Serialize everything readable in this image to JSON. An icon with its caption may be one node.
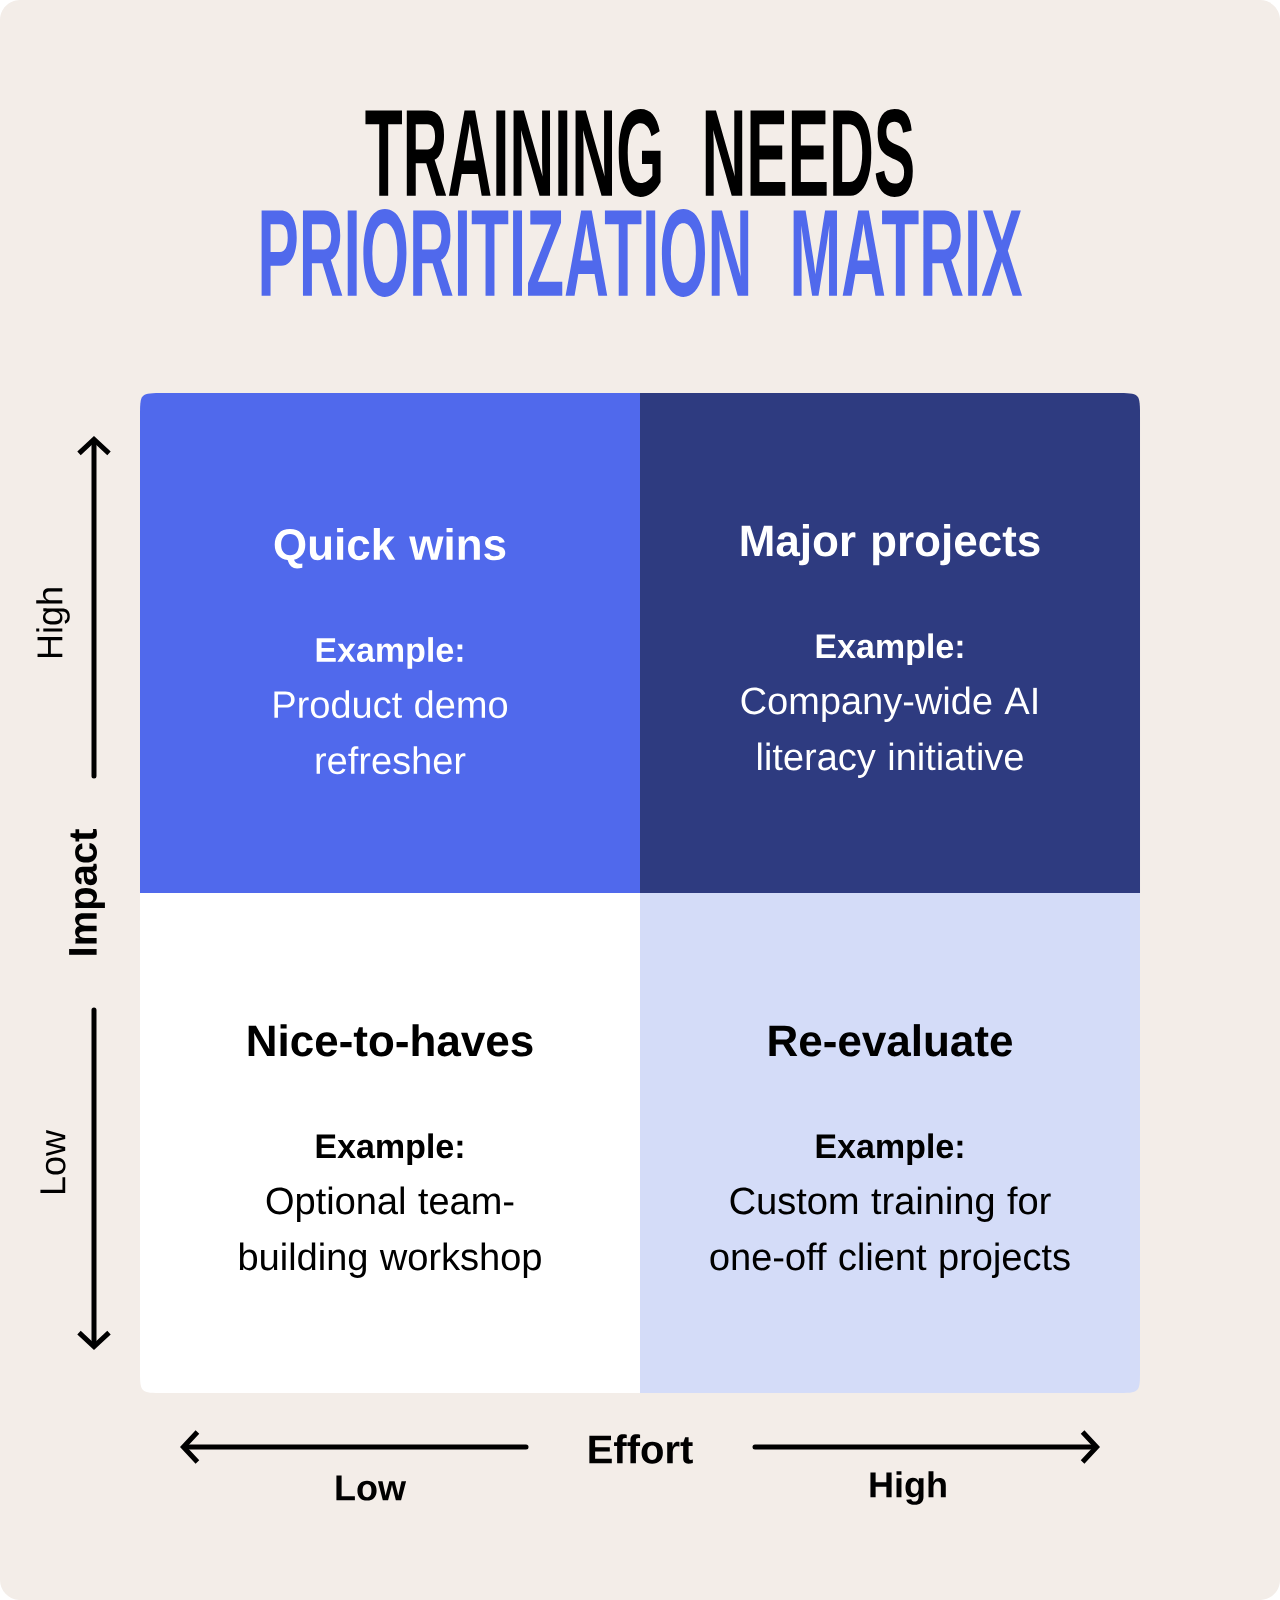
{
  "diagram": {
    "title": "TRAINING NEEDS",
    "nodes": [
      {
        "text": [
          "Quick wins",
          "Example:",
          "Product demo refresher"
        ]
      },
      {
        "text": [
          "Major projects",
          "Example:",
          "Company-wide AI literacy initiative"
        ]
      },
      {
        "text": [
          "Nice-to-haves",
          "Example:",
          "Optional team-building workshop"
        ]
      },
      {
        "text": [
          "Re-evaluate",
          "Example:",
          "Custom training for one-off client projects"
        ]
      }
    ],
    "edges": [],
    "labels": [
      "PRIORITIZATION MATRIX",
      "High",
      "Impact",
      "Low",
      "Effort",
      "Low",
      "High"
    ]
  }
}
